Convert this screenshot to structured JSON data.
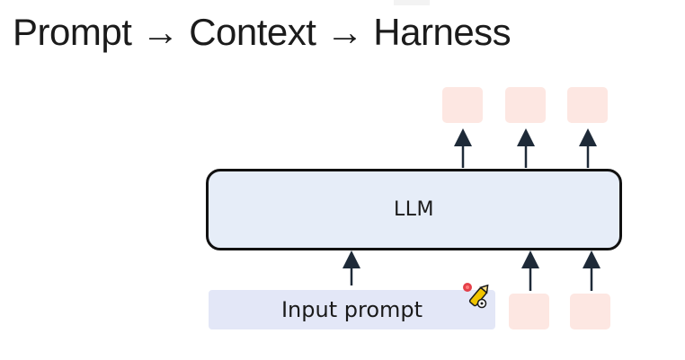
{
  "title": "Prompt → Context → Harness",
  "diagram": {
    "llm_label": "LLM",
    "input_label": "Input prompt"
  },
  "colors": {
    "token_fill": "#fde7e2",
    "llm_fill": "#e6edf8",
    "input_fill": "#e3e7f7",
    "arrow": "#1e2a38"
  },
  "icons": {
    "cursor": "pen-cursor-icon"
  }
}
